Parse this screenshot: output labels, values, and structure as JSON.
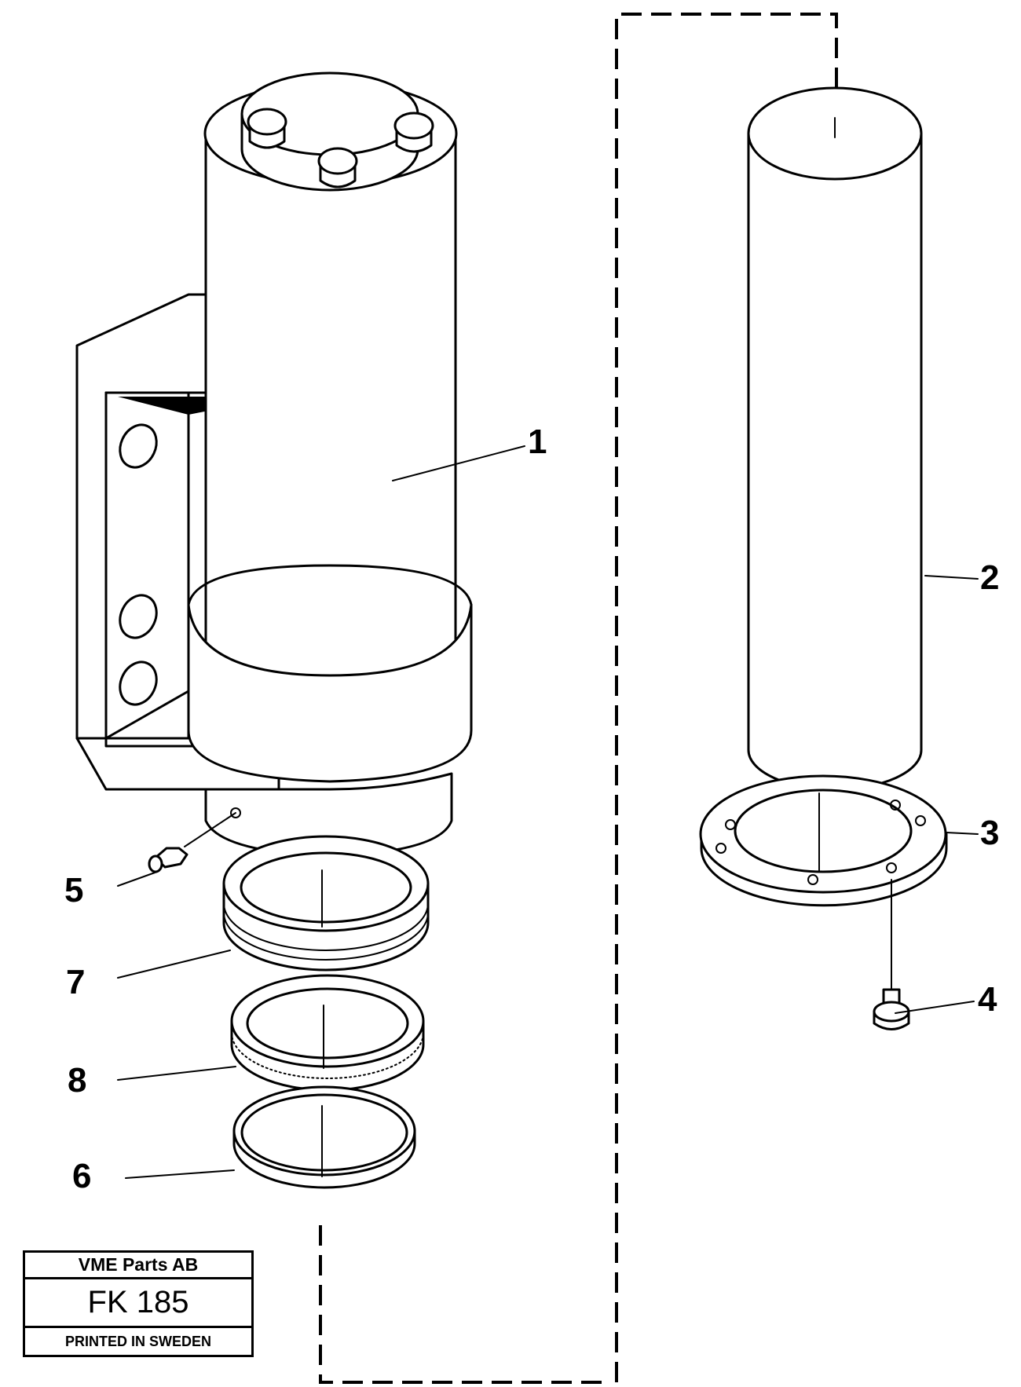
{
  "callouts": [
    {
      "id": "1",
      "text": "1"
    },
    {
      "id": "2",
      "text": "2"
    },
    {
      "id": "3",
      "text": "3"
    },
    {
      "id": "4",
      "text": "4"
    },
    {
      "id": "5",
      "text": "5"
    },
    {
      "id": "6",
      "text": "6"
    },
    {
      "id": "7",
      "text": "7"
    },
    {
      "id": "8",
      "text": "8"
    }
  ],
  "title_block": {
    "company": "VME Parts AB",
    "code": "FK 185",
    "printed": "PRINTED IN SWEDEN"
  }
}
